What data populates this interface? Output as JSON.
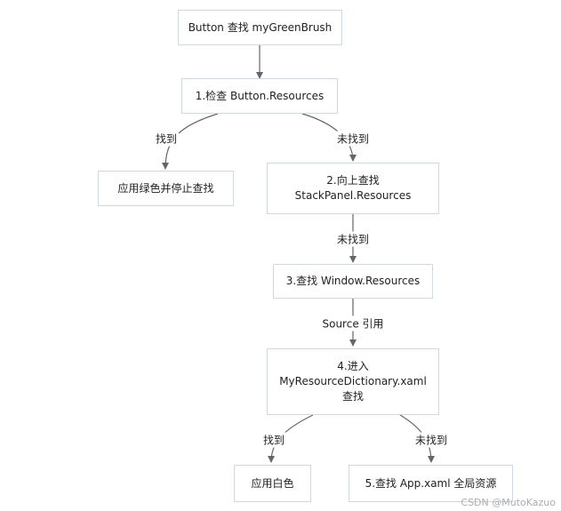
{
  "nodes": {
    "start": "Button 查找 myGreenBrush",
    "step1": "1.检查 Button.Resources",
    "found1": "应用绿色并停止查找",
    "step2_line1": "2.向上查找",
    "step2_line2": "StackPanel.Resources",
    "step3": "3.查找 Window.Resources",
    "step4_line1": "4.进入",
    "step4_line2": "MyResourceDictionary.xaml",
    "step4_line3": "查找",
    "found4": "应用白色",
    "step5": "5.查找 App.xaml 全局资源"
  },
  "edges": {
    "found1": "找到",
    "notfound1": "未找到",
    "notfound2": "未找到",
    "source_ref": "Source 引用",
    "found4": "找到",
    "notfound4": "未找到"
  },
  "watermark": "CSDN @MutoKazuo"
}
